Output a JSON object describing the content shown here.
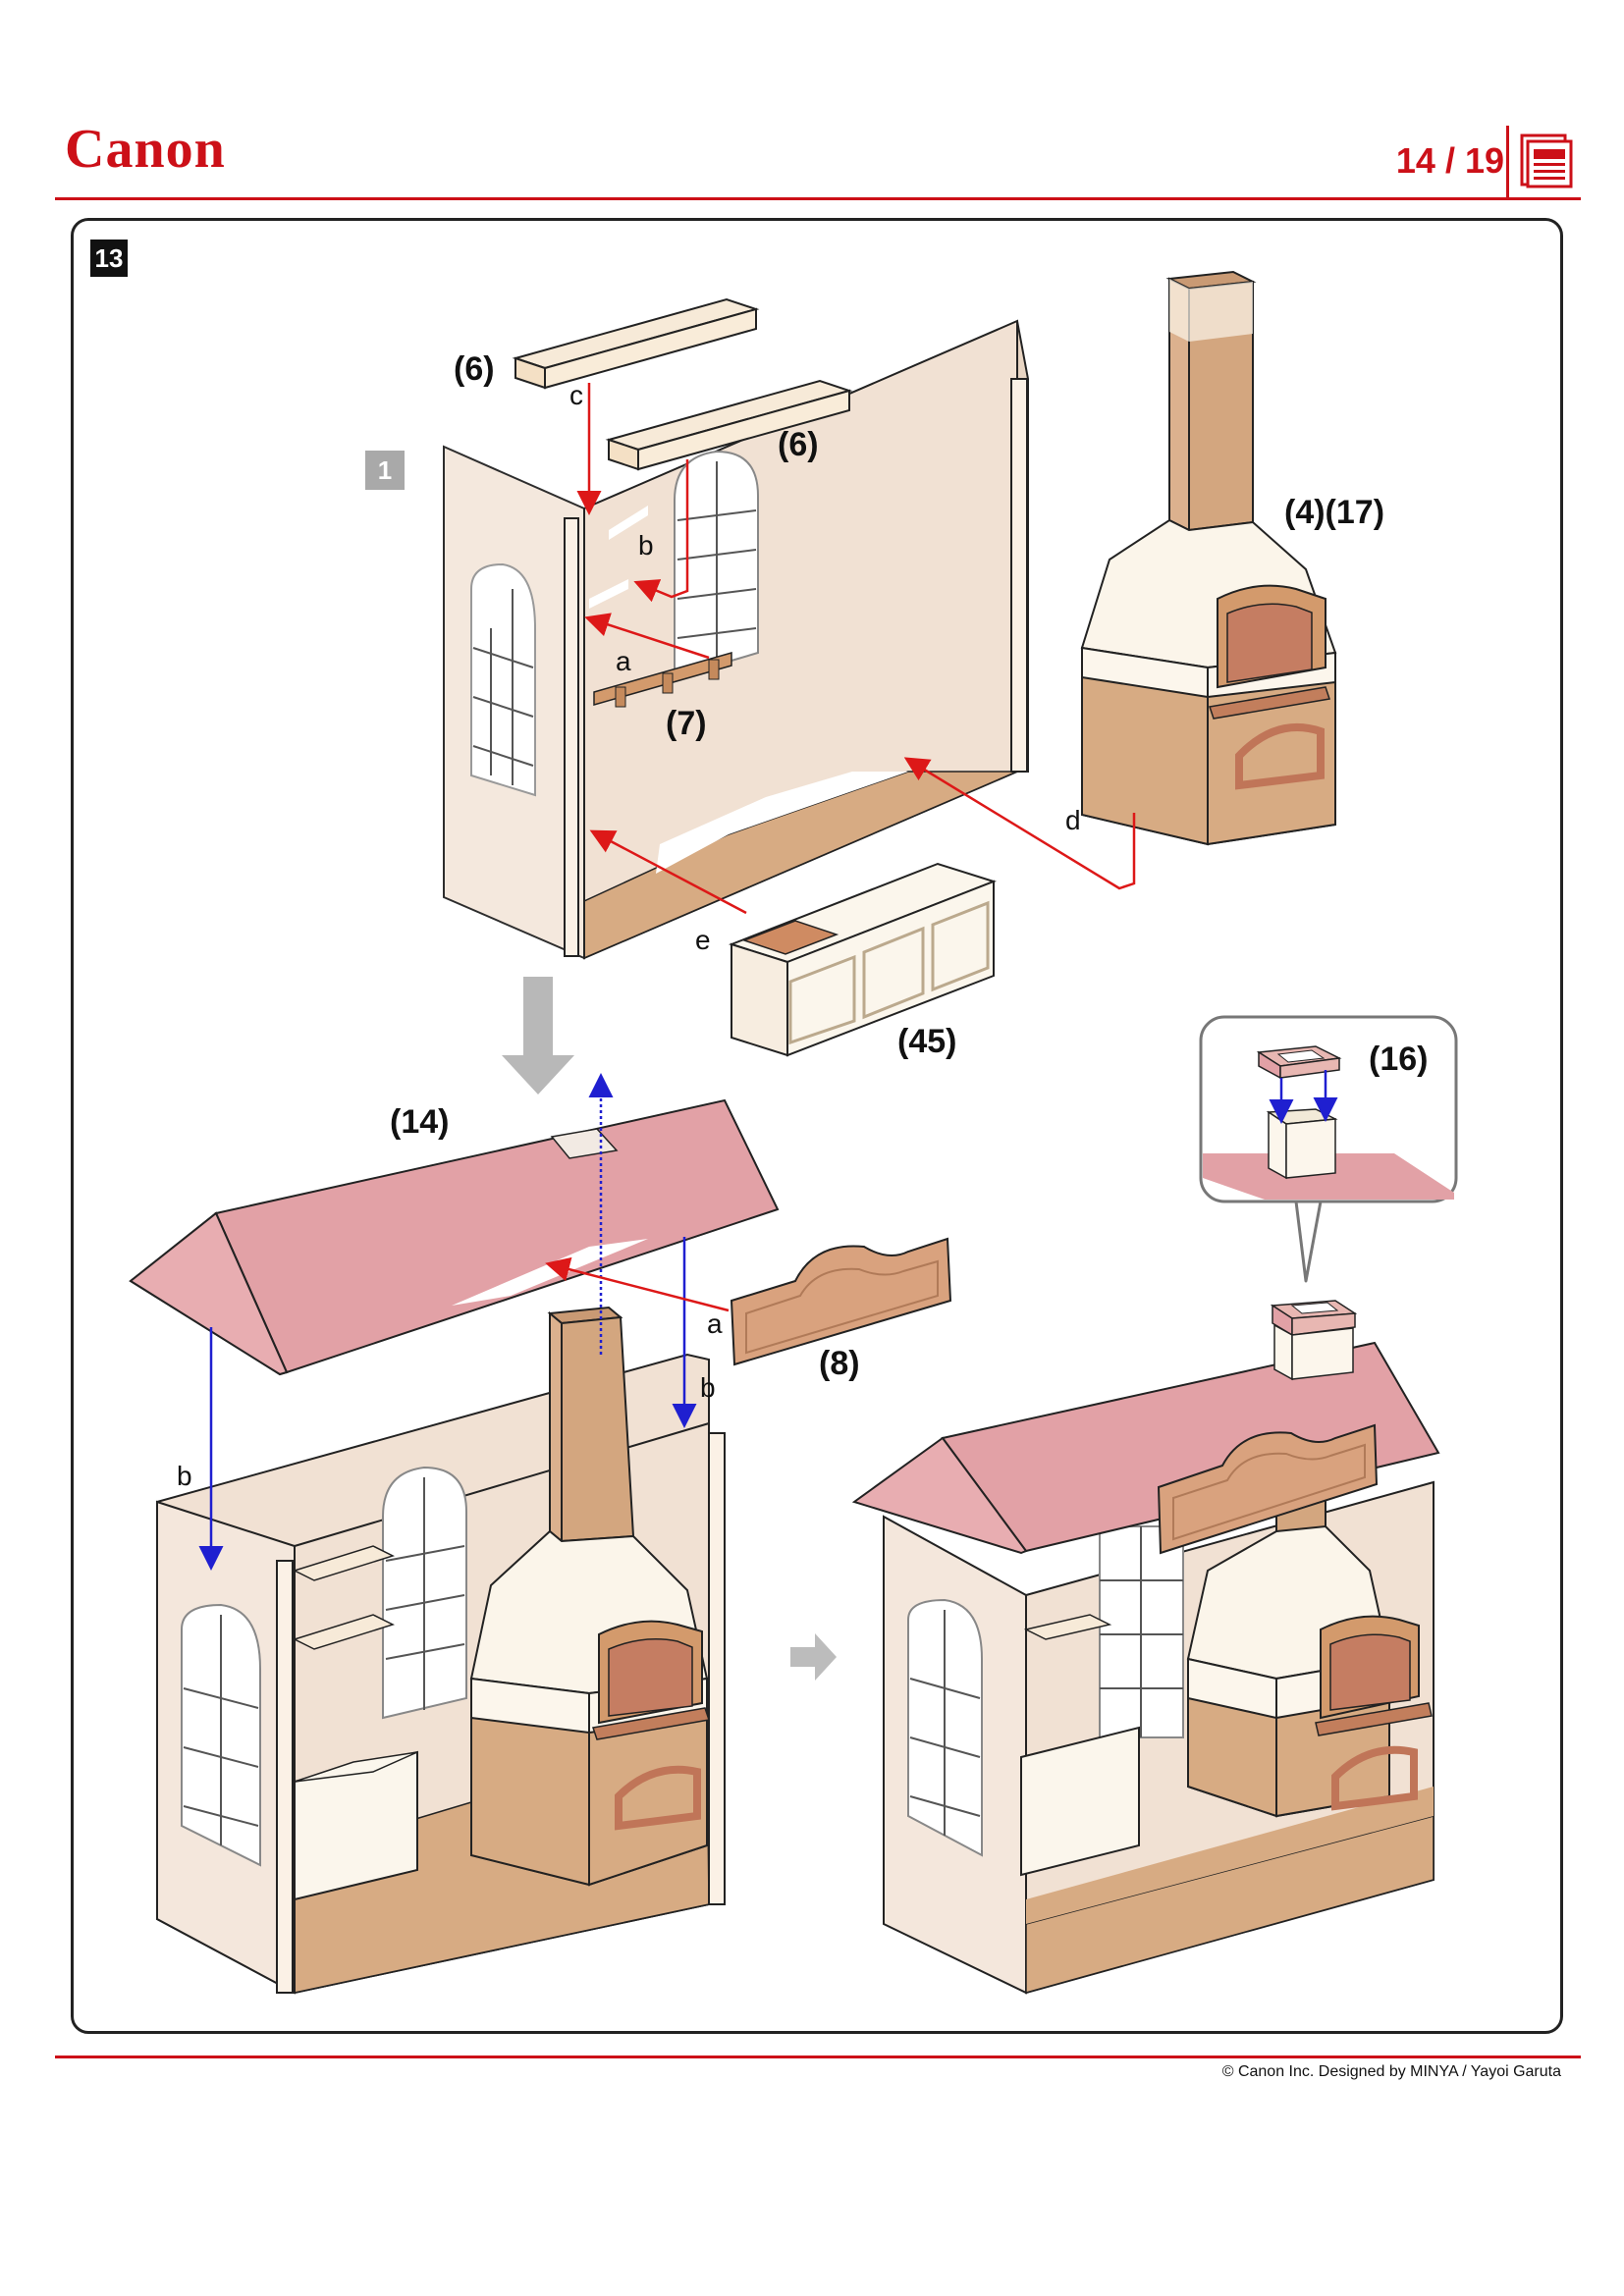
{
  "header": {
    "logo": "Canon",
    "page_indicator": "14 / 19"
  },
  "step": {
    "number": "13",
    "substep": "1"
  },
  "part_labels": {
    "shelf_top": "(6)",
    "shelf_window": "(6)",
    "hooks": "(7)",
    "oven": "(4)(17)",
    "counter": "(45)",
    "roof": "(14)",
    "sign": "(8)",
    "chimney_cap": "(16)"
  },
  "letters": {
    "a_hooks": "a",
    "b_shelf": "b",
    "c_shelf": "c",
    "d_oven": "d",
    "e_counter": "e",
    "a_sign": "a",
    "b_roof_left": "b",
    "b_roof_right": "b"
  },
  "footer": {
    "copyright": "© Canon Inc. Designed by MINYA / Yayoi Garuta"
  },
  "colors": {
    "brand_red": "#cc1018",
    "wall": "#f1e1d3",
    "floor": "#d7ab83",
    "roof": "#e2a1a6",
    "oven_top": "#fbf5ea",
    "sign": "#d9a27e",
    "arrow_red": "#dd1818",
    "arrow_blue": "#1f1fd0"
  }
}
